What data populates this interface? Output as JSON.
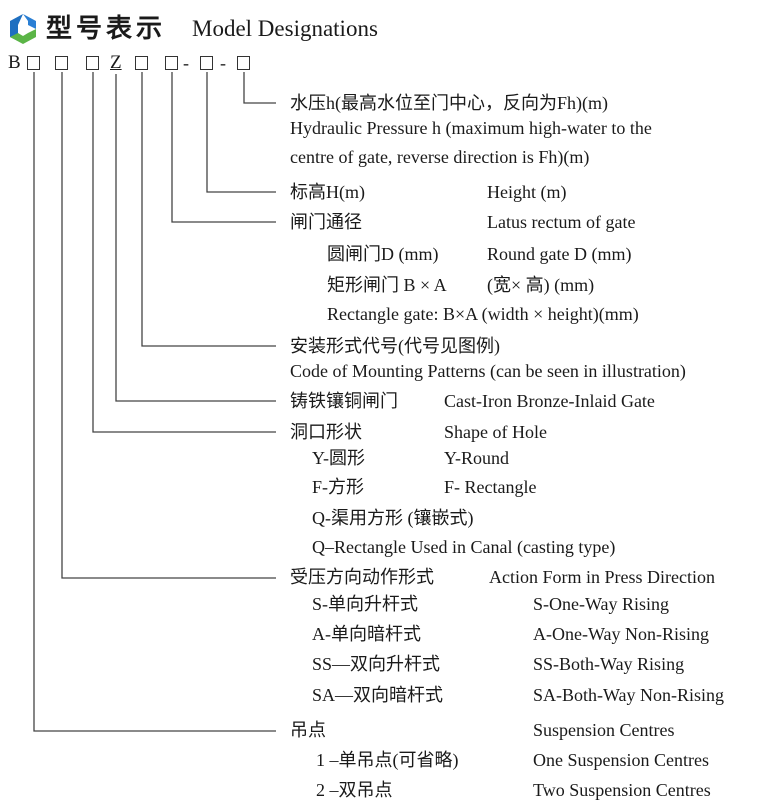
{
  "title": {
    "cn": "型号表示",
    "en": "Model Designations"
  },
  "code": {
    "prefix": "B",
    "fixed": "Z",
    "dash1": "-",
    "dash2": "-"
  },
  "items": [
    {
      "cn": "水压h(最高水位至门中心，反向为Fh)(m)",
      "en1": "Hydraulic Pressure h (maximum high-water to the",
      "en2": "centre of gate, reverse direction is Fh)(m)"
    },
    {
      "cn": "标高H(m)",
      "en": "Height (m)"
    },
    {
      "cn": "闸门通径",
      "en": "Latus rectum of gate",
      "subs": [
        {
          "cn": "圆闸门D (mm)",
          "en": "Round gate D (mm)"
        },
        {
          "cn": "矩形闸门  B × A",
          "en": "(宽× 高) (mm)"
        },
        {
          "line": "Rectangle gate: B×A (width × height)(mm)"
        }
      ]
    },
    {
      "cn": "安装形式代号(代号见图例)",
      "en": "Code of Mounting Patterns (can be seen in illustration)"
    },
    {
      "cn": "铸铁镶铜闸门",
      "en": "Cast-Iron Bronze-Inlaid Gate"
    },
    {
      "cn": "洞口形状",
      "en": "Shape of Hole",
      "subs": [
        {
          "cn": "Y-圆形",
          "en": "Y-Round"
        },
        {
          "cn": "F-方形",
          "en": "F- Rectangle"
        },
        {
          "line": "Q-渠用方形 (镶嵌式)"
        },
        {
          "line": "Q–Rectangle Used in Canal (casting type)"
        }
      ]
    },
    {
      "cn": "受压方向动作形式",
      "en": "Action Form in Press Direction",
      "subs": [
        {
          "cn": "S-单向升杆式",
          "en": "S-One-Way Rising"
        },
        {
          "cn": "A-单向暗杆式",
          "en": "A-One-Way Non-Rising"
        },
        {
          "cn": "SS—双向升杆式",
          "en": "SS-Both-Way Rising"
        },
        {
          "cn": "SA—双向暗杆式",
          "en": "SA-Both-Way Non-Rising"
        }
      ]
    },
    {
      "cn": "吊点",
      "en": "Suspension Centres",
      "subs": [
        {
          "cn": "1 –单吊点(可省略)",
          "en": "One Suspension Centres"
        },
        {
          "cn": "2 –双吊点",
          "en": "Two Suspension Centres"
        }
      ]
    }
  ]
}
